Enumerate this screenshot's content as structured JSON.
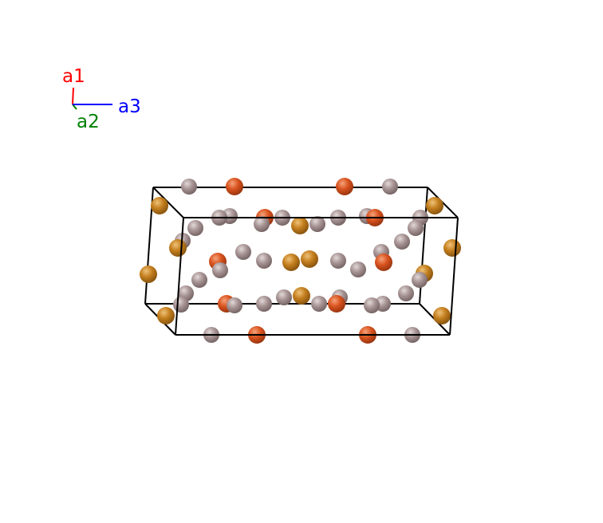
{
  "axes": {
    "a1": {
      "label": "a1",
      "color": "#ff0000"
    },
    "a2": {
      "label": "a2",
      "color": "#008000"
    },
    "a3": {
      "label": "a3",
      "color": "#0000ff"
    }
  },
  "cell": {
    "edge_color": "#000000"
  },
  "atom_colors": {
    "grey": {
      "base": "#a89494",
      "hi": "#e2d8d8",
      "lo": "#6e5d5d"
    },
    "orange": {
      "base": "#d9531f",
      "hi": "#f5a27a",
      "lo": "#8e2f0c"
    },
    "amber": {
      "base": "#c47f1e",
      "hi": "#efc27a",
      "lo": "#7e4d0c"
    }
  }
}
